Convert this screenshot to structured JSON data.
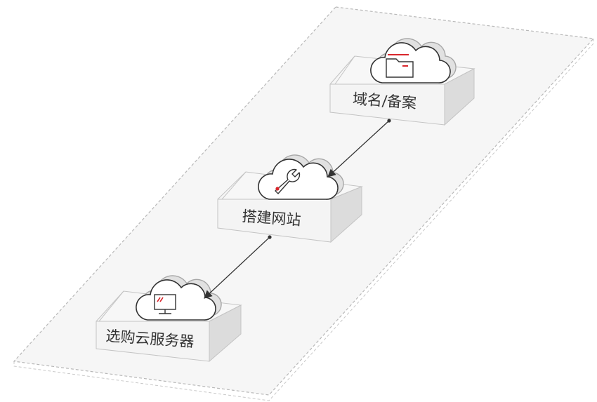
{
  "diagram": {
    "nodes": [
      {
        "id": "domain",
        "label": "域名/备案",
        "icon": "folder-icon"
      },
      {
        "id": "website",
        "label": "搭建网站",
        "icon": "wrench-icon"
      },
      {
        "id": "server",
        "label": "选购云服务器",
        "icon": "monitor-icon"
      }
    ],
    "edges": [
      {
        "from": "domain",
        "to": "website"
      },
      {
        "from": "website",
        "to": "server"
      }
    ],
    "colors": {
      "accent": "#d9262c",
      "outline": "#333333",
      "box_top": "#f7f7f7",
      "box_front": "#f4f4f4",
      "box_side": "#dcdcdc",
      "platform": "#f6f6f6",
      "platform_border": "#b8b8b8"
    }
  }
}
